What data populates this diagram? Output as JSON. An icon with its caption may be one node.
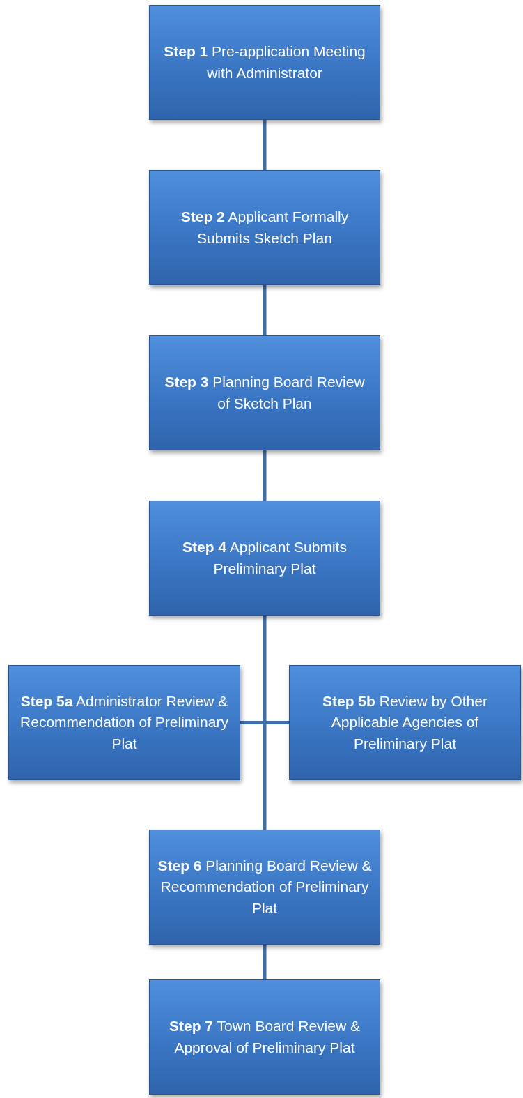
{
  "diagram": {
    "nodes": [
      {
        "text": [
          "**Step 1** Pre-application Meeting with Administrator"
        ]
      },
      {
        "text": [
          "**Step 2** Applicant  Formally Submits Sketch Plan"
        ]
      },
      {
        "text": [
          "**Step 3** Planning Board Review of Sketch Plan"
        ]
      },
      {
        "text": [
          "**Step 4** Applicant Submits Preliminary Plat"
        ]
      },
      {
        "text": [
          "**Step 5a** Administrator Review & Recommendation of Preliminary Plat"
        ]
      },
      {
        "text": [
          "**Step 5b** Review by Other Applicable Agencies of Preliminary Plat"
        ]
      },
      {
        "text": [
          "**Step 6** Planning Board Review & Recommendation of Preliminary Plat"
        ]
      },
      {
        "text": [
          "**Step 7** Town Board Review & Approval of  Preliminary Plat"
        ]
      }
    ],
    "edges": [
      {
        "from": 0,
        "to": 1,
        "arrow": "none"
      },
      {
        "from": 1,
        "to": 2,
        "arrow": "none"
      },
      {
        "from": 2,
        "to": 3,
        "arrow": "none"
      },
      {
        "from": 3,
        "to": 6,
        "arrow": "none"
      },
      {
        "from": 4,
        "to": 5,
        "arrow": "none"
      },
      {
        "from": 6,
        "to": 7,
        "arrow": "none"
      }
    ]
  }
}
